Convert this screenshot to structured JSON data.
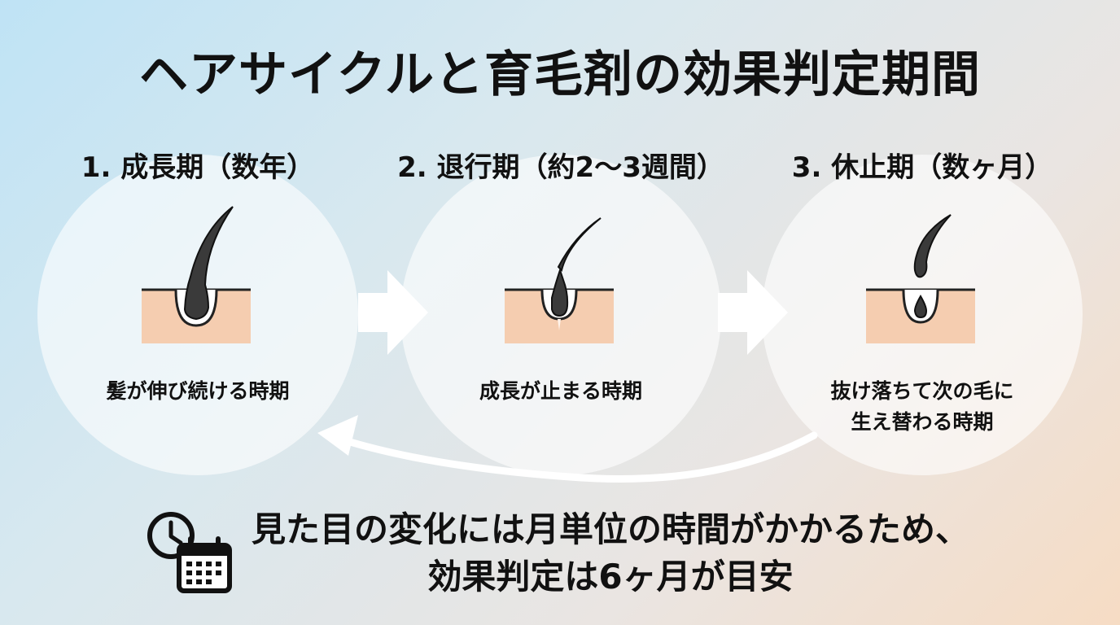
{
  "title": "ヘアサイクルと育毛剤の効果判定期間",
  "stages": [
    {
      "title": "1. 成長期（数年）",
      "desc_lines": [
        "髪が伸び続ける時期"
      ]
    },
    {
      "title": "2. 退行期（約2〜3週間）",
      "desc_lines": [
        "成長が止まる時期"
      ]
    },
    {
      "title": "3. 休止期（数ヶ月）",
      "desc_lines": [
        "抜け落ちて次の毛に",
        "生え替わる時期"
      ]
    }
  ],
  "footer": {
    "line1": "見た目の変化には月単位の時間がかかるため、",
    "line2": "効果判定は6ヶ月が目安"
  },
  "icons": {
    "footer_icon": "clock-calendar-icon",
    "stage_icons": [
      "hair-follicle-growing-icon",
      "hair-follicle-regressing-icon",
      "hair-follicle-resting-icon"
    ],
    "flow": [
      "arrow-right-icon",
      "arrow-right-icon",
      "return-arrow-icon"
    ]
  },
  "colors": {
    "skin": "#f5cdb0",
    "hair": "#333333",
    "circle": "#ffffff",
    "text": "#111111"
  }
}
